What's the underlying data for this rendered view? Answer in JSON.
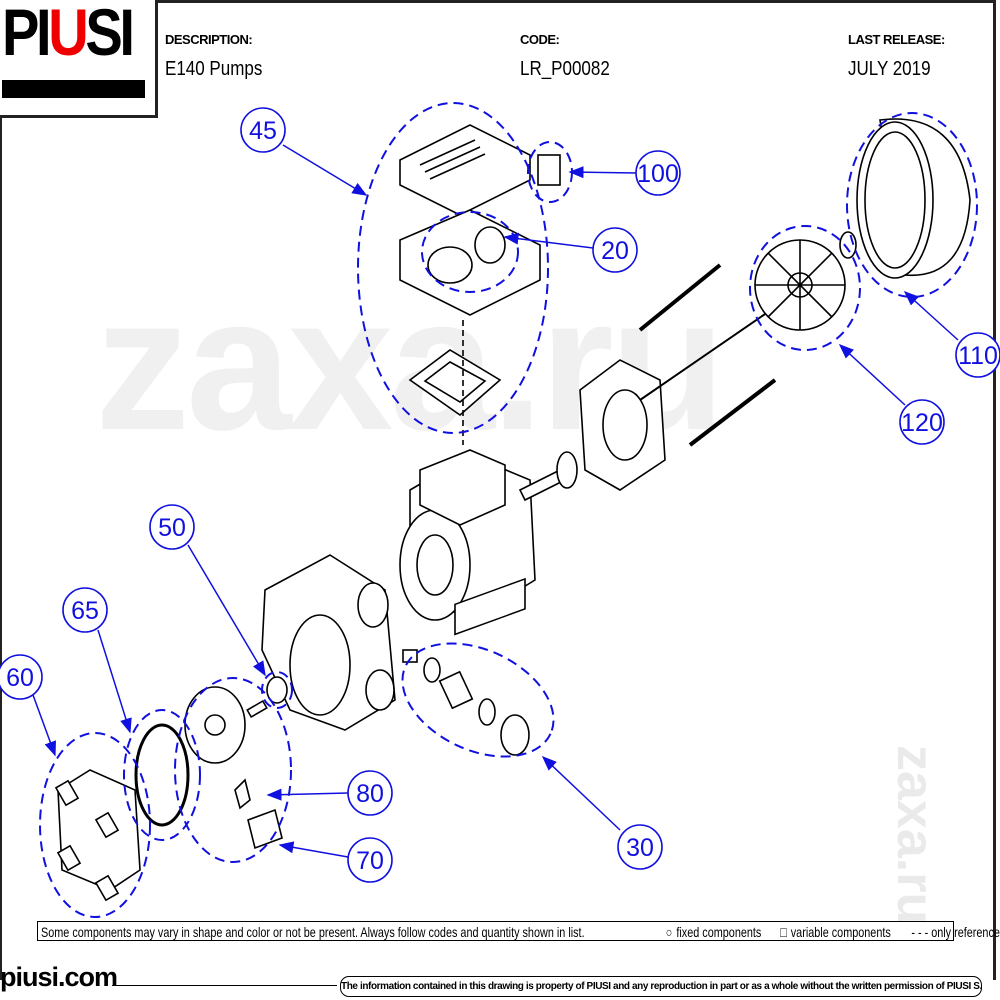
{
  "logo": {
    "brand": "PIUSI"
  },
  "header": {
    "description_label": "DESCRIPTION:",
    "description_value": "E140 Pumps",
    "code_label": "CODE:",
    "code_value": "LR_P00082",
    "release_label": "LAST RELEASE:",
    "release_value": "JULY 2019"
  },
  "callouts": [
    "45",
    "100",
    "20",
    "110",
    "120",
    "50",
    "65",
    "60",
    "80",
    "70",
    "30"
  ],
  "watermark": "zaxa.ru",
  "note": "Some components may vary in shape and color or not be present. Always follow codes and quantity shown in list.",
  "legend": {
    "fixed": "fixed components",
    "variable": "variable components",
    "reference": "- - - only reference"
  },
  "footer": {
    "site": "piusi.com",
    "legal": "The information contained in this drawing is property of PIUSI and any reproduction in part or as a whole without the written permission of PIUSI S.p.a. is prohibited."
  },
  "colors": {
    "callout": "#1010e0",
    "brand_red": "#e00000"
  }
}
